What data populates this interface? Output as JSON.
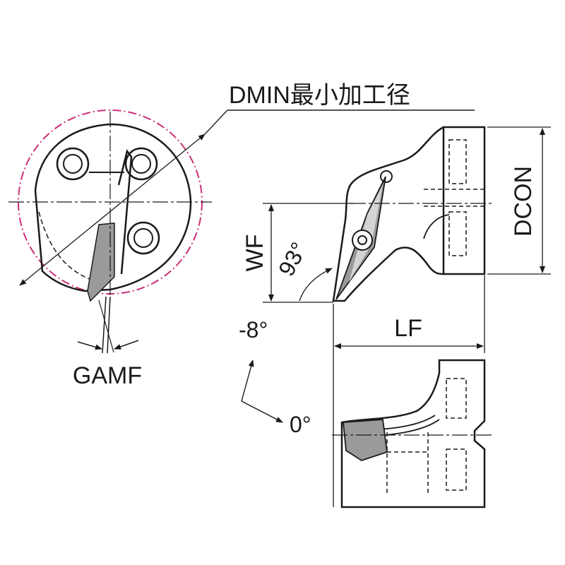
{
  "labels": {
    "dmin": "DMIN最小加工径",
    "gamf": "GAMF",
    "wf": "WF",
    "angle_93": "93°",
    "angle_neg8": "-8°",
    "angle_0": "0°",
    "lf": "LF",
    "dcon": "DCON"
  },
  "colors": {
    "outline": "#1a1a1a",
    "insert_gray": "#9a9a9a",
    "insert_light": "#d4d4d4",
    "dmin_circle": "#cc2f78",
    "background": "#ffffff"
  }
}
